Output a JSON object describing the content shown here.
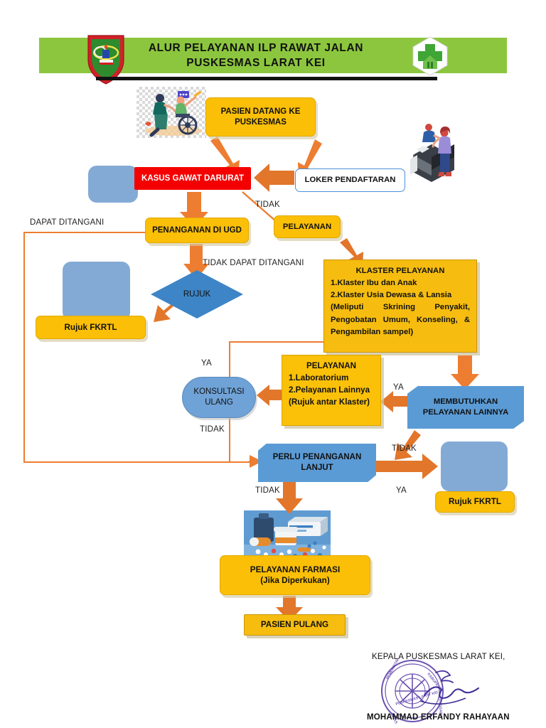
{
  "header": {
    "title_line1": "ALUR PELAYANAN ILP RAWAT JALAN",
    "title_line2": "PUSKESMAS LARAT KEI",
    "left_emblem": "regency-coat-of-arms-icon",
    "right_emblem": "green-cross-health-icon",
    "banner_color": "#8CC63E"
  },
  "nodes": {
    "pasien_datang": "PASIEN DATANG KE\nPUSKESMAS",
    "pasien_datang_l1": "PASIEN DATANG KE",
    "pasien_datang_l2": "PUSKESMAS",
    "loker": "LOKER PENDAFTARAN",
    "kasus_gawat": "KASUS GAWAT DARURAT",
    "penanganan_ugd": "PENANGANAN DI UGD",
    "pelayanan": "PELAYANAN",
    "rujuk": "RUJUK",
    "rujuk_fkrtl_left": "Rujuk FKRTL",
    "rujuk_fkrtl_right": "Rujuk FKRTL",
    "konsultasi_l1": "KONSULTASI",
    "konsultasi_l2": "ULANG",
    "membutuhkan_l1": "MEMBUTUHKAN",
    "membutuhkan_l2": "PELAYANAN LAINNYA",
    "perlu_l1": "PERLU PENANGANAN",
    "perlu_l2": "LANJUT",
    "farmasi_l1": "PELAYANAN FARMASI",
    "farmasi_l2": "(Jika Diperkukan)",
    "pasien_pulang": "PASIEN PULANG"
  },
  "klaster": {
    "title": "KLASTER PELAYANAN",
    "item1": "1.Klaster Ibu dan Anak",
    "item2": "2.Klaster Usia Dewasa & Lansia",
    "note": "(Meliputi Skrining Penyakit, Pengobatan Umum, Konseling, & Pengambilan sampel)"
  },
  "pelayanan_lab": {
    "title": "PELAYANAN",
    "item1": "1.Laboratorium",
    "item2": "2.Pelayanan Lainnya",
    "item3": "(Rujuk antar Klaster)"
  },
  "labels": {
    "tidak_top": "TIDAK",
    "dapat_ditangani": "DAPAT DITANGANI",
    "tidak_dapat_ditangani": "TIDAK DAPAT DITANGANI",
    "ya_konsultasi": "YA",
    "tidak_konsultasi": "TIDAK",
    "ya_membutuhkan": "YA",
    "tidak_membutuhkan": "TIDAK",
    "tidak_perlu": "TIDAK",
    "ya_perlu": "YA"
  },
  "signature": {
    "position_line": "KEPALA PUSKESMAS LARAT KEI,",
    "name": "MOHAMMAD ERFANDY RAHAYAAN",
    "stamp_text_outer": "PEMERINTAH KABUPATEN MALUKU TENGGARA BARAT",
    "stamp_text_inner": "PUSKESMAS LARAT KEI",
    "stamp_color": "#5B3FA8"
  },
  "illustrations": {
    "patients": "patients-wheelchair-illustration",
    "reception": "reception-desk-illustration",
    "pharmacy": "pharmacy-medicines-illustration"
  },
  "colors": {
    "yellow": "#FBBF07",
    "yellow_square": "#F6BD10",
    "red": "#F40000",
    "blue": "#5B9BD5",
    "blue_light": "#83AAD5",
    "orange": "#ED7D31",
    "green_banner": "#8CC63E"
  }
}
